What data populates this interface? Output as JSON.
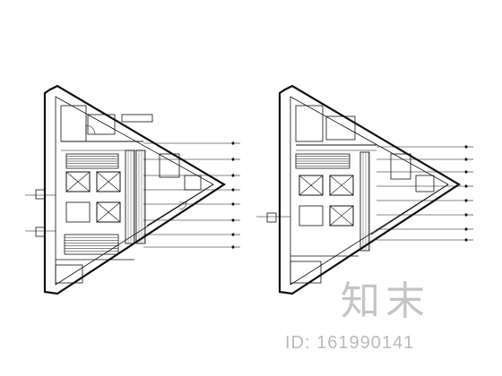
{
  "watermark": {
    "logo_text": "知末",
    "id_text": "ID: 161990141"
  },
  "plans": [
    {
      "name": "floor-plan-left"
    },
    {
      "name": "floor-plan-right"
    }
  ],
  "colors": {
    "line": "#111111",
    "watermark": "#9a9a9a"
  }
}
